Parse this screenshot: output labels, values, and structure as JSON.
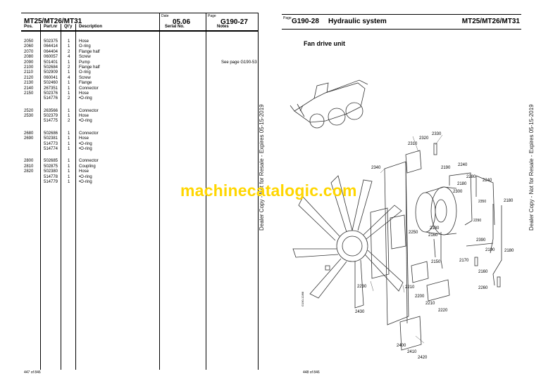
{
  "left_page": {
    "model": "MT25/MT26/MT31",
    "date_label": "Date",
    "date_value": "05.06",
    "page_label": "Page",
    "page_value": "G190-27",
    "columns": [
      "Pos.",
      "Part.nr",
      "Qt'y",
      "Description",
      "Serial No.",
      "Notes"
    ],
    "rows": [
      {
        "pos": "2050",
        "part": "502375",
        "qty": "1",
        "desc": "Hose",
        "notes": ""
      },
      {
        "pos": "2060",
        "part": "064414",
        "qty": "1",
        "desc": "O-ring",
        "notes": ""
      },
      {
        "pos": "2070",
        "part": "064404",
        "qty": "2",
        "desc": "Flange half",
        "notes": ""
      },
      {
        "pos": "2080",
        "part": "060057",
        "qty": "4",
        "desc": "Screw",
        "notes": ""
      },
      {
        "pos": "2090",
        "part": "501401",
        "qty": "1",
        "desc": "Pump",
        "notes": "See page G190-53"
      },
      {
        "pos": "2100",
        "part": "502684",
        "qty": "2",
        "desc": "Flange half",
        "notes": ""
      },
      {
        "pos": "2110",
        "part": "502909",
        "qty": "1",
        "desc": "O-ring",
        "notes": ""
      },
      {
        "pos": "2120",
        "part": "060041",
        "qty": "4",
        "desc": "Screw",
        "notes": ""
      },
      {
        "pos": "2130",
        "part": "502460",
        "qty": "1",
        "desc": "Flange",
        "notes": ""
      },
      {
        "pos": "2140",
        "part": "267351",
        "qty": "1",
        "desc": "Connector",
        "notes": ""
      },
      {
        "pos": "2150",
        "part": "502376",
        "qty": "1",
        "desc": "Hose",
        "notes": ""
      },
      {
        "pos": "",
        "part": "514776",
        "qty": "2",
        "desc": "•O-ring",
        "notes": ""
      },
      {
        "gap": true
      },
      {
        "pos": "2520",
        "part": "263566",
        "qty": "1",
        "desc": "Connector",
        "notes": ""
      },
      {
        "pos": "2530",
        "part": "502379",
        "qty": "1",
        "desc": "Hose",
        "notes": ""
      },
      {
        "pos": "",
        "part": "514775",
        "qty": "2",
        "desc": "•O-ring",
        "notes": ""
      },
      {
        "gap": true
      },
      {
        "pos": "2680",
        "part": "502686",
        "qty": "1",
        "desc": "Connector",
        "notes": ""
      },
      {
        "pos": "2690",
        "part": "502381",
        "qty": "1",
        "desc": "Hose",
        "notes": ""
      },
      {
        "pos": "",
        "part": "514773",
        "qty": "1",
        "desc": "•O-ring",
        "notes": ""
      },
      {
        "pos": "",
        "part": "514774",
        "qty": "1",
        "desc": "•O-ring",
        "notes": ""
      },
      {
        "gap": true
      },
      {
        "pos": "2800",
        "part": "502685",
        "qty": "1",
        "desc": "Connector",
        "notes": ""
      },
      {
        "pos": "2810",
        "part": "502875",
        "qty": "1",
        "desc": "Coupling",
        "notes": ""
      },
      {
        "pos": "2820",
        "part": "502380",
        "qty": "1",
        "desc": "Hose",
        "notes": ""
      },
      {
        "pos": "",
        "part": "514778",
        "qty": "1",
        "desc": "•O-ring",
        "notes": ""
      },
      {
        "pos": "",
        "part": "514779",
        "qty": "1",
        "desc": "•O-ring",
        "notes": ""
      }
    ],
    "footer": "447 of 846",
    "side_text": "Dealer Copy - Not for Resale - Expires 05-15-2019"
  },
  "right_page": {
    "page_label": "Page",
    "page_value": "G190-28",
    "system": "Hydraulic system",
    "model": "MT25/MT26/MT31",
    "section_title": "Fan drive unit",
    "footer": "448 of 846",
    "side_text": "Dealer Copy - Not for Resale - Expires 05-15-2019",
    "drawing_code": "G190-12/88",
    "part_numbers": [
      "2330",
      "2320",
      "2310",
      "2340",
      "2190",
      "2240",
      "2280",
      "2180",
      "2300",
      "2240",
      "2350",
      "2180",
      "2250",
      "2180",
      "2160",
      "2390",
      "2190",
      "2180",
      "2170",
      "2150",
      "2160",
      "2260",
      "2230",
      "2210",
      "2200",
      "2210",
      "2220",
      "2430",
      "2400",
      "2410",
      "2420",
      "2290"
    ]
  },
  "watermark": "machinecatalogic.com"
}
